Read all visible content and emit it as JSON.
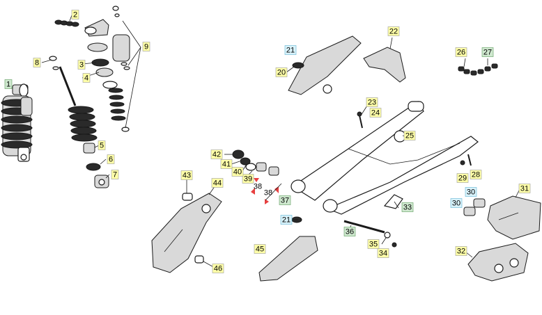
{
  "callouts": [
    {
      "label": "1",
      "style": "green"
    },
    {
      "label": "2",
      "style": "yellow"
    },
    {
      "label": "3",
      "style": "yellow"
    },
    {
      "label": "4",
      "style": "yellow"
    },
    {
      "label": "5",
      "style": "yellow"
    },
    {
      "label": "6",
      "style": "yellow"
    },
    {
      "label": "7",
      "style": "yellow"
    },
    {
      "label": "8",
      "style": "yellow"
    },
    {
      "label": "9",
      "style": "yellow"
    },
    {
      "label": "20",
      "style": "yellow"
    },
    {
      "label": "21",
      "style": "cyan"
    },
    {
      "label": "22",
      "style": "yellow"
    },
    {
      "label": "23",
      "style": "yellow"
    },
    {
      "label": "24",
      "style": "yellow"
    },
    {
      "label": "25",
      "style": "yellow"
    },
    {
      "label": "26",
      "style": "yellow"
    },
    {
      "label": "27",
      "style": "green"
    },
    {
      "label": "28",
      "style": "yellow"
    },
    {
      "label": "29",
      "style": "yellow"
    },
    {
      "label": "30",
      "style": "cyan"
    },
    {
      "label": "30",
      "style": "cyan"
    },
    {
      "label": "31",
      "style": "yellow"
    },
    {
      "label": "32",
      "style": "yellow"
    },
    {
      "label": "33",
      "style": "green"
    },
    {
      "label": "34",
      "style": "yellow"
    },
    {
      "label": "35",
      "style": "yellow"
    },
    {
      "label": "36",
      "style": "green"
    },
    {
      "label": "37",
      "style": "green"
    },
    {
      "label": "38",
      "style": "plain"
    },
    {
      "label": "38",
      "style": "plain"
    },
    {
      "label": "39",
      "style": "yellow"
    },
    {
      "label": "40",
      "style": "yellow"
    },
    {
      "label": "41",
      "style": "yellow"
    },
    {
      "label": "42",
      "style": "yellow"
    },
    {
      "label": "43",
      "style": "yellow"
    },
    {
      "label": "44",
      "style": "yellow"
    },
    {
      "label": "45",
      "style": "yellow"
    },
    {
      "label": "46",
      "style": "yellow"
    },
    {
      "label": "21",
      "style": "cyan"
    }
  ]
}
